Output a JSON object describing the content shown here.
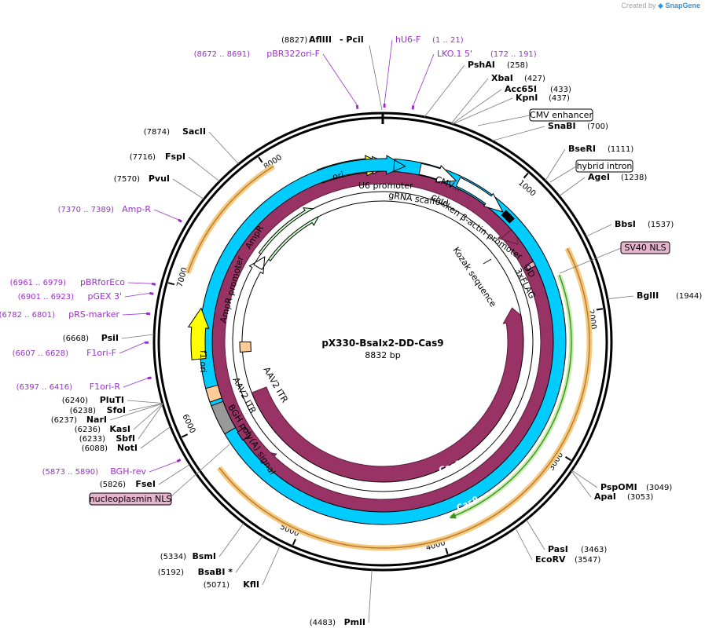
{
  "credit": {
    "prefix": "Created by",
    "brand": "SnapGene"
  },
  "plasmid": {
    "name": "pX330-BsaIx2-DD-Cas9",
    "length": "8832 bp",
    "total_bp": 8832
  },
  "ticks": [
    {
      "bp": 1000,
      "label": "1000"
    },
    {
      "bp": 2000,
      "label": "2000"
    },
    {
      "bp": 3000,
      "label": "3000"
    },
    {
      "bp": 4000,
      "label": "4000"
    },
    {
      "bp": 5000,
      "label": "5000"
    },
    {
      "bp": 6000,
      "label": "6000"
    },
    {
      "bp": 7000,
      "label": "7000"
    },
    {
      "bp": 8000,
      "label": "8000"
    }
  ],
  "right_sites": [
    {
      "name": "PshAI",
      "pos": "(258)",
      "bp": 258
    },
    {
      "name": "XbaI",
      "pos": "(427)",
      "bp": 427
    },
    {
      "name": "Acc65I",
      "pos": "(433)",
      "bp": 433
    },
    {
      "name": "KpnI",
      "pos": "(437)",
      "bp": 437
    },
    {
      "name": "SnaBI",
      "pos": "(700)",
      "bp": 700
    },
    {
      "name": "BseRI",
      "pos": "(1111)",
      "bp": 1111
    },
    {
      "name": "AgeI",
      "pos": "(1238)",
      "bp": 1238
    },
    {
      "name": "BbsI",
      "pos": "(1537)",
      "bp": 1537
    },
    {
      "name": "BglII",
      "pos": "(1944)",
      "bp": 1944
    },
    {
      "name": "PspOMI",
      "pos": "(3049)",
      "bp": 3049
    },
    {
      "name": "ApaI",
      "pos": "(3053)",
      "bp": 3053
    },
    {
      "name": "PasI",
      "pos": "(3463)",
      "bp": 3463
    },
    {
      "name": "EcoRV",
      "pos": "(3547)",
      "bp": 3547
    }
  ],
  "left_sites": [
    {
      "name": "SacII",
      "pos": "(7874)",
      "bp": 7874
    },
    {
      "name": "FspI",
      "pos": "(7716)",
      "bp": 7716
    },
    {
      "name": "PvuI",
      "pos": "(7570)",
      "bp": 7570
    },
    {
      "name": "PsiI",
      "pos": "(6668)",
      "bp": 6668
    },
    {
      "name": "PluTI",
      "pos": "(6240)",
      "bp": 6240
    },
    {
      "name": "SfoI",
      "pos": "(6238)",
      "bp": 6238
    },
    {
      "name": "NarI",
      "pos": "(6237)",
      "bp": 6237
    },
    {
      "name": "KasI",
      "pos": "(6236)",
      "bp": 6236
    },
    {
      "name": "SbfI",
      "pos": "(6233)",
      "bp": 6233
    },
    {
      "name": "NotI",
      "pos": "(6088)",
      "bp": 6088
    },
    {
      "name": "FseI",
      "pos": "(5826)",
      "bp": 5826
    },
    {
      "name": "BsmI",
      "pos": "(5334)",
      "bp": 5334
    },
    {
      "name": "BsaBI *",
      "pos": "(5192)",
      "bp": 5192
    },
    {
      "name": "KflI",
      "pos": "(5071)",
      "bp": 5071
    },
    {
      "name": "PmlI",
      "pos": "(4483)",
      "bp": 4483
    }
  ],
  "top_sites": {
    "afliii": "AflIII",
    "afliii_pos": "(8827)",
    "pcii": "- PciI"
  },
  "primers": [
    {
      "name": "hU6-F",
      "pos": "(1 .. 21)",
      "bp": 10
    },
    {
      "name": "LKO.1 5'",
      "pos": "(172 .. 191)",
      "bp": 180
    },
    {
      "name": "pBR322ori-F",
      "pos": "(8672 .. 8691)",
      "bp": 8680
    },
    {
      "name": "Amp-R",
      "pos": "(7370 .. 7389)",
      "bp": 7380
    },
    {
      "name": "pBRforEco",
      "pos": "(6961 .. 6979)",
      "bp": 6970
    },
    {
      "name": "pGEX 3'",
      "pos": "(6901 .. 6923)",
      "bp": 6912
    },
    {
      "name": "pRS-marker",
      "pos": "(6782 .. 6801)",
      "bp": 6790
    },
    {
      "name": "F1ori-F",
      "pos": "(6607 .. 6628)",
      "bp": 6618
    },
    {
      "name": "F1ori-R",
      "pos": "(6397 .. 6416)",
      "bp": 6406
    },
    {
      "name": "BGH-rev",
      "pos": "(5873 .. 5890)",
      "bp": 5881
    }
  ],
  "boxed_features": [
    {
      "name": "CMV enhancer"
    },
    {
      "name": "hybrid intron"
    },
    {
      "name": "SV40 NLS"
    },
    {
      "name": "nucleoplasmin NLS"
    }
  ],
  "features": {
    "ori": "ori",
    "ampr": "AmpR",
    "ampr_promoter": "AmpR promoter",
    "f1_ori": "f1 ori",
    "u6": "U6 promoter",
    "grna": "gRNA scaffold",
    "cmv": "CMV...",
    "cba": "chicken β-actin promoter",
    "kozak": "Kozak sequence",
    "dd": "DD",
    "flag": "3xFLAG",
    "cas9_inner": "Cas9",
    "cas9_outer": "Cas9",
    "aav_itr_1": "AAV2 ITR",
    "aav_itr_2": "AAV2 ITR",
    "bgh": "BGH poly(A) signal"
  },
  "colors": {
    "backbone": "#000000",
    "cas9": "#993366",
    "orange_halo": "#f5c97a",
    "orange_line": "#b8763a",
    "green_halo": "#c8ecb0",
    "green_line": "#3d8f1f",
    "primer": "#9b30c9",
    "ori": "#ffff00",
    "ampr": "#ccffcc",
    "grna": "#00ccff",
    "aav": "#ffcc99",
    "bgh": "#999999",
    "nls": "#e6b3cc"
  }
}
